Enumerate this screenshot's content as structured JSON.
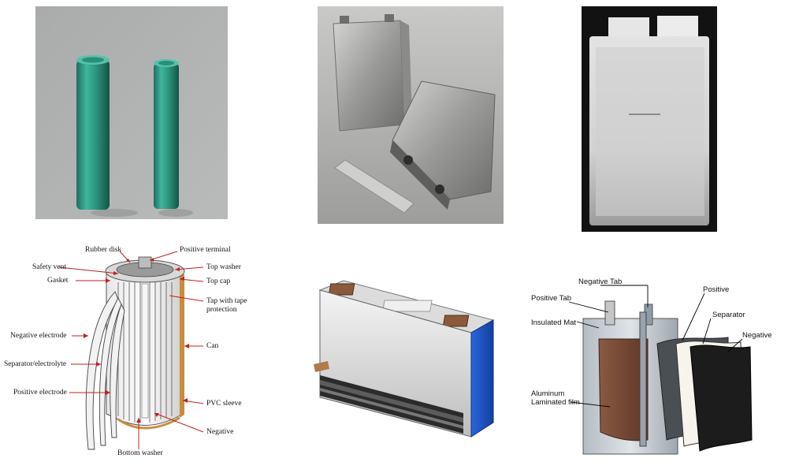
{
  "cylindrical_diagram": {
    "labels": {
      "rubber_disk": "Rubber disk",
      "positive_terminal": "Positive terminal",
      "safety_vent": "Safety vent",
      "top_washer": "Top washer",
      "gasket": "Gasket",
      "top_cap": "Top cap",
      "tap_with_tape_protection": "Tap with tape protection",
      "negative_electrode": "Negative electrode",
      "can": "Can",
      "separator_electrolyte": "Separator/electrolyte",
      "positive_electrode": "Positive electrode",
      "pvc_sleeve": "PVC sleeve",
      "negative": "Negative",
      "bottom_washer": "Bottom washer"
    }
  },
  "pouch_diagram": {
    "labels": {
      "negative_tab": "Negative Tab",
      "positive_tab": "Positive Tab",
      "positive": "Positive",
      "insulated_mat": "Insulated Mat",
      "separator": "Separator",
      "negative": "Negative",
      "aluminum_laminated_film": "Aluminum Laminated film"
    }
  },
  "colors": {
    "cylinder_teal": "#2f9a86",
    "photo_gray": "#b4b4b4",
    "pouch_silver": "#d9d9d9",
    "prism_blue": "#1f55c8",
    "copper": "#7a4a33",
    "leader_red": "#c0201f"
  }
}
